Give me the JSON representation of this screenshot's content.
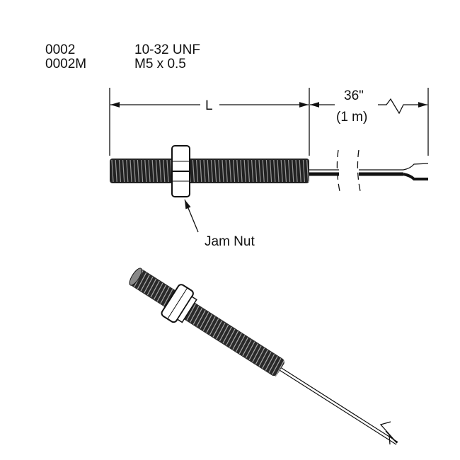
{
  "part_table": [
    {
      "part_number": "0002",
      "thread": "10-32 UNF"
    },
    {
      "part_number": "0002M",
      "thread": "M5 x 0.5"
    }
  ],
  "dimensions": {
    "length_label": "L",
    "lead_length_imperial": "36\"",
    "lead_length_metric": "(1 m)"
  },
  "callouts": {
    "jam_nut": "Jam Nut"
  }
}
